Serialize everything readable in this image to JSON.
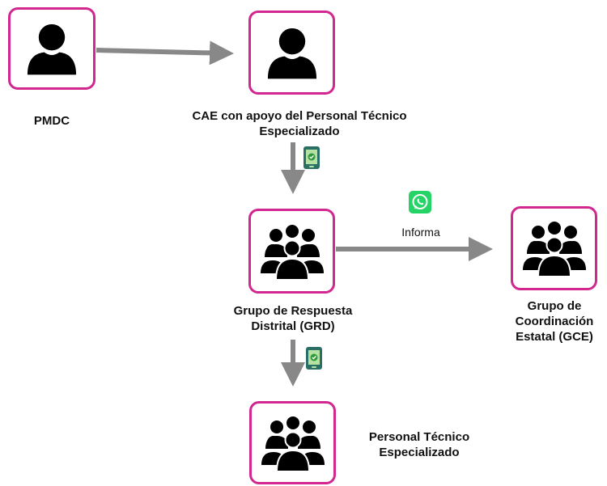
{
  "nodes": {
    "pmdc": {
      "icon": "person-icon",
      "label": "PMDC"
    },
    "cae": {
      "icon": "person-icon",
      "label_lines": [
        "CAE con apoyo del Personal Técnico",
        "Especializado"
      ]
    },
    "grd": {
      "icon": "group-icon",
      "label_lines": [
        "Grupo de Respuesta",
        "Distrital (GRD)"
      ]
    },
    "gce": {
      "icon": "group-icon",
      "label_lines": [
        "Grupo de",
        "Coordinación",
        "Estatal (GCE)"
      ]
    },
    "pte": {
      "icon": "group-icon",
      "label_lines": [
        "Personal Técnico",
        "Especializado"
      ]
    }
  },
  "edges": {
    "grd_to_gce_label": "Informa",
    "grd_to_gce_icon": "whatsapp-icon",
    "cae_to_grd_icon": "mobile-check-icon",
    "grd_to_pte_icon": "mobile-check-icon"
  },
  "colors": {
    "node_border": "#d1278f",
    "arrow": "#888888",
    "icon_fill": "#000000",
    "whatsapp": "#25d366",
    "phone_screen": "#b5e2a3",
    "phone_check": "#2f9a3a"
  }
}
